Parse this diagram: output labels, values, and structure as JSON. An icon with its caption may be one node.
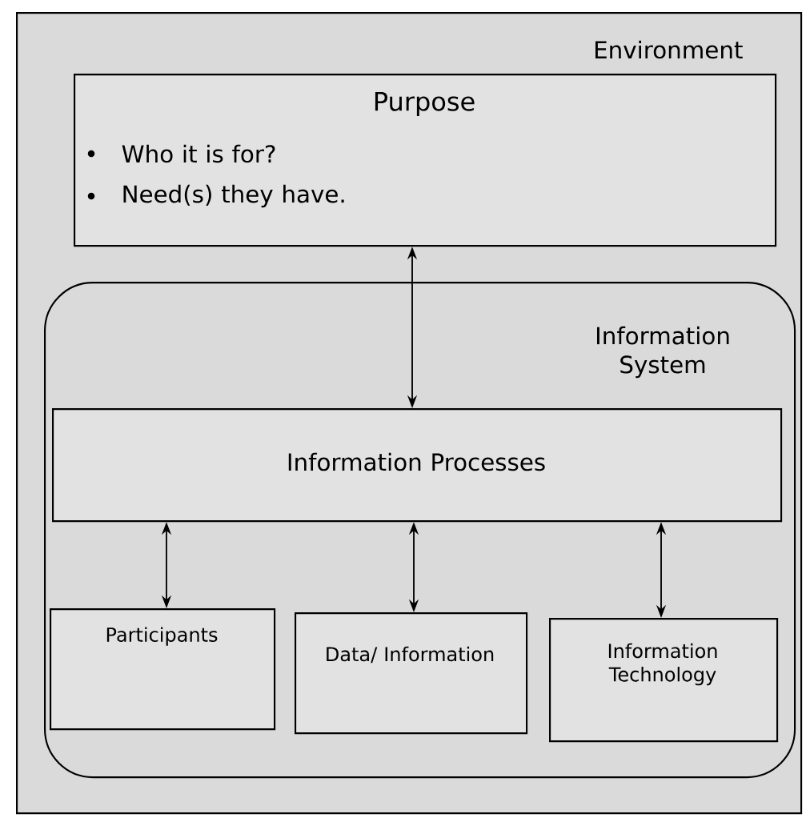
{
  "diagram": {
    "nodes": [
      {
        "text": [
          "Environment"
        ]
      },
      {
        "text": [
          "Purpose",
          "Who it is for?",
          "Need(s) they have."
        ],
        "in": 0
      },
      {
        "text": [
          "Information System"
        ],
        "in": 0
      },
      {
        "text": [
          "Information Processes"
        ],
        "in": 2
      },
      {
        "text": [
          "Participants"
        ],
        "in": 2
      },
      {
        "text": [
          "Data/ Information"
        ],
        "in": 2
      },
      {
        "text": [
          "Information Technology"
        ],
        "in": 2
      }
    ],
    "edges": [
      {
        "from": 1,
        "to": 3,
        "arrow": "both"
      },
      {
        "from": 3,
        "to": 4,
        "arrow": "both"
      },
      {
        "from": 3,
        "to": 5,
        "arrow": "both"
      },
      {
        "from": 3,
        "to": 6,
        "arrow": "both"
      }
    ]
  }
}
